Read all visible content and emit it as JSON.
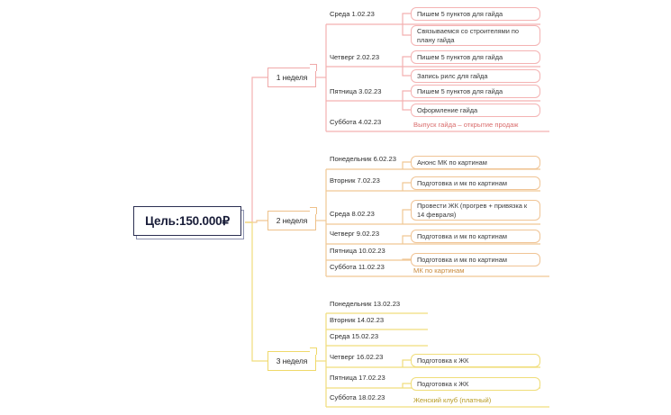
{
  "diagram": {
    "type": "mind-map",
    "title_node": {
      "label": "Цель:150.000₽"
    },
    "colors": {
      "root_border": "#2b2f52",
      "root_shadow": "#8e93b0",
      "week1": "#f0a9a9",
      "week2": "#eec18a",
      "week3": "#efd96a"
    },
    "branches": [
      {
        "id": "week-1",
        "label": "1 неделя",
        "color": "#f0a9a9",
        "days": [
          {
            "label": "Среда 1.02.23",
            "tasks": [
              {
                "text": "Пишем 5 пунктов для гайда",
                "style": "card"
              },
              {
                "text": "Связываемся со строителями по плану гайда",
                "style": "card"
              }
            ]
          },
          {
            "label": "Четверг 2.02.23",
            "tasks": [
              {
                "text": "Пишем 5 пунктов для гайда",
                "style": "card"
              },
              {
                "text": "Запись рилс для гайда",
                "style": "card"
              }
            ]
          },
          {
            "label": "Пятница 3.02.23",
            "tasks": [
              {
                "text": "Пишем 5 пунктов для гайда",
                "style": "card"
              },
              {
                "text": "Оформление гайда",
                "style": "card"
              }
            ]
          },
          {
            "label": "Суббота 4.02.23",
            "tasks": [
              {
                "text": "Выпуск гайда – открытие продаж",
                "style": "plain"
              }
            ]
          }
        ]
      },
      {
        "id": "week-2",
        "label": "2 неделя",
        "color": "#eec18a",
        "days": [
          {
            "label": "Понедельник 6.02.23",
            "tasks": [
              {
                "text": "Анонс МК по картинам",
                "style": "card"
              }
            ]
          },
          {
            "label": "Вторник 7.02.23",
            "tasks": [
              {
                "text": "Подготовка и мк по картинам",
                "style": "card"
              }
            ]
          },
          {
            "label": "Среда 8.02.23",
            "tasks": [
              {
                "text": "Провести ЖК (прогрев + привязка к 14 февраля)",
                "style": "card"
              }
            ]
          },
          {
            "label": "Четверг 9.02.23",
            "tasks": [
              {
                "text": "Подготовка и мк по картинам",
                "style": "card"
              }
            ]
          },
          {
            "label": "Пятница 10.02.23",
            "tasks": [
              {
                "text": "Подготовка и мк по картинам",
                "style": "card"
              }
            ]
          },
          {
            "label": "Суббота 11.02.23",
            "tasks": [
              {
                "text": "МК по картинам",
                "style": "plain"
              }
            ]
          }
        ]
      },
      {
        "id": "week-3",
        "label": "3 неделя",
        "color": "#efd96a",
        "days": [
          {
            "label": "Понедельник 13.02.23",
            "tasks": []
          },
          {
            "label": "Вторник 14.02.23",
            "tasks": []
          },
          {
            "label": "Среда 15.02.23",
            "tasks": []
          },
          {
            "label": "Четверг 16.02.23",
            "tasks": [
              {
                "text": "Подготовка к ЖК",
                "style": "card"
              }
            ]
          },
          {
            "label": "Пятница 17.02.23",
            "tasks": [
              {
                "text": "Подготовка к ЖК",
                "style": "card"
              }
            ]
          },
          {
            "label": "Суббота 18.02.23",
            "tasks": [
              {
                "text": "Женский клуб (платный)",
                "style": "plain"
              }
            ]
          }
        ]
      }
    ]
  }
}
